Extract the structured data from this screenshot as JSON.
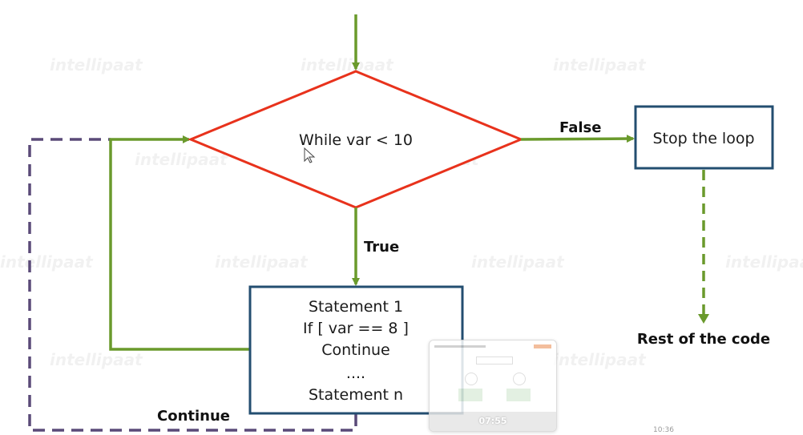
{
  "diagram": {
    "decision": {
      "text": "While var < 10"
    },
    "stop_box": {
      "text": "Stop the loop"
    },
    "statement_box": {
      "lines": [
        "Statement 1",
        "If [ var == 8 ]",
        "Continue",
        "....",
        "Statement n"
      ]
    },
    "labels": {
      "false": "False",
      "true": "True",
      "continue": "Continue",
      "rest": "Rest of the code"
    },
    "watermark_text": "intellipaat"
  },
  "colors": {
    "flow_green": "#6a9a2c",
    "decision_red": "#e8321c",
    "box_blue": "#234e70",
    "continue_dash": "#5a4a78"
  },
  "overlay": {
    "video_time": "07:55",
    "clock": "10:36"
  }
}
